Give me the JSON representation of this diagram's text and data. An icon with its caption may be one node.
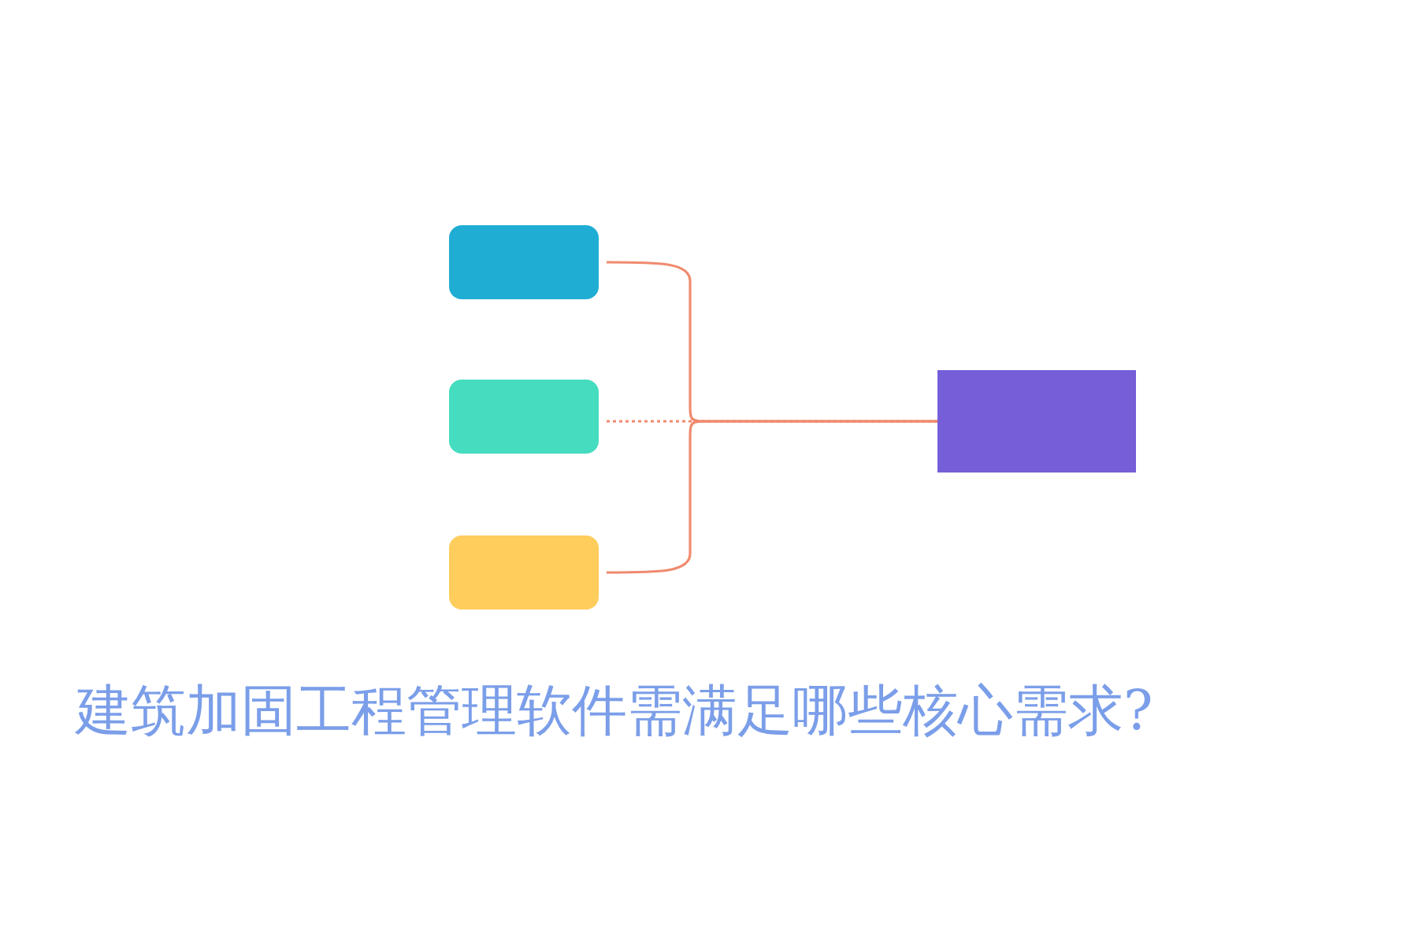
{
  "diagram": {
    "title": "建筑加固工程管理软件需满足哪些核心需求?",
    "nodes": [
      {
        "text": [],
        "shape": "box"
      },
      {
        "text": [],
        "shape": "box"
      },
      {
        "text": [],
        "shape": "box"
      },
      {
        "text": [],
        "shape": "box"
      }
    ],
    "edges": [
      {
        "from": 0,
        "to": 3,
        "arrow": "none"
      },
      {
        "from": 1,
        "to": 3,
        "arrow": "none",
        "style": "dashed"
      },
      {
        "from": 2,
        "to": 3,
        "arrow": "none"
      }
    ]
  }
}
